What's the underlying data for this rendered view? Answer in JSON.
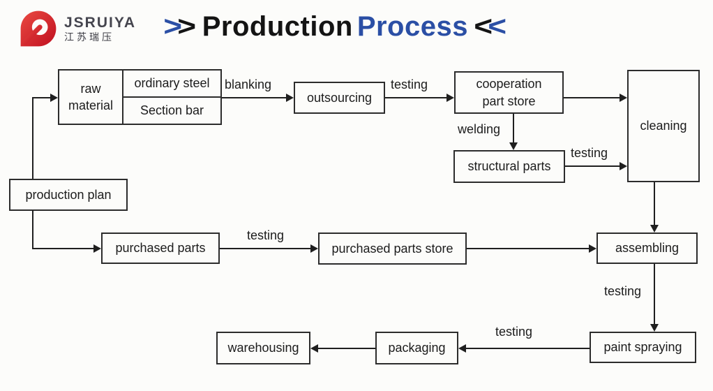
{
  "header": {
    "logo": {
      "brand": "JSRUIYA",
      "brand_cn": "江苏瑞压"
    },
    "title": {
      "left_marks": [
        ">",
        ">"
      ],
      "word_black": "Production",
      "word_blue": "Process",
      "right_marks": [
        "<",
        "<"
      ]
    }
  },
  "colors": {
    "title_blue": "#2b4fa5",
    "logo_red": "#d01f27",
    "line_black": "#1f1f1f"
  },
  "flowchart": {
    "nodes": {
      "raw_material": {
        "line1": "raw",
        "line2": "material"
      },
      "ordinary_steel": "ordinary steel",
      "section_bar": "Section bar",
      "production_plan": "production plan",
      "outsourcing": "outsourcing",
      "cooperation_part_store": {
        "line1": "cooperation",
        "line2": "part store"
      },
      "structural_parts": "structural parts",
      "cleaning": "cleaning",
      "purchased_parts": "purchased parts",
      "purchased_parts_store": "purchased parts store",
      "assembling": "assembling",
      "paint_spraying": "paint spraying",
      "packaging": "packaging",
      "warehousing": "warehousing"
    },
    "edge_labels": {
      "blanking": "blanking",
      "testing_after_outsourcing": "testing",
      "welding": "welding",
      "testing_after_structural": "testing",
      "testing_after_purchased": "testing",
      "testing_after_assembling": "testing",
      "testing_before_packaging": "testing"
    }
  }
}
